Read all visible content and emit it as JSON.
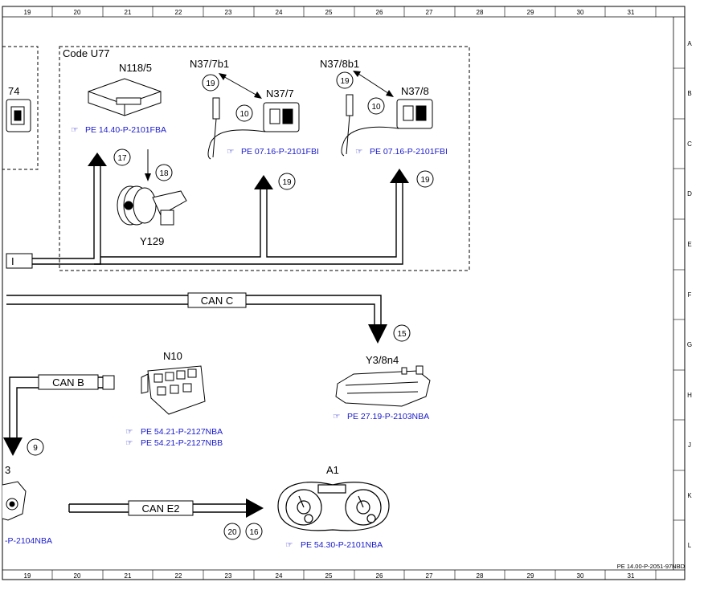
{
  "grid": {
    "columns": [
      "19",
      "20",
      "21",
      "22",
      "23",
      "24",
      "25",
      "26",
      "27",
      "28",
      "29",
      "30",
      "31"
    ],
    "rows": [
      "A",
      "B",
      "C",
      "D",
      "E",
      "F",
      "G",
      "H",
      "J",
      "K",
      "L"
    ]
  },
  "code_box": {
    "label": "Code U77"
  },
  "components": {
    "n118_5": {
      "name": "N118/5",
      "ref": "PE 14.40-P-2101FBA"
    },
    "y129": {
      "name": "Y129"
    },
    "n37_7": {
      "name": "N37/7",
      "sensor": "N37/7b1",
      "ref": "PE 07.16-P-2101FBI"
    },
    "n37_8": {
      "name": "N37/8",
      "sensor": "N37/8b1",
      "ref": "PE 07.16-P-2101FBI"
    },
    "n10": {
      "name": "N10",
      "ref1": "PE 54.21-P-2127NBA",
      "ref2": "PE 54.21-P-2127NBB"
    },
    "y3_8n4": {
      "name": "Y3/8n4",
      "ref": "PE 27.19-P-2103NBA"
    },
    "a1": {
      "name": "A1",
      "ref": "PE 54.30-P-2101NBA"
    },
    "left_top": {
      "name_fragment": "74"
    },
    "left_bottom": {
      "name_fragment": "3",
      "ref_fragment": "-P-2104NBA"
    }
  },
  "buses": {
    "can_c": "CAN C",
    "can_b": "CAN B",
    "can_e2": "CAN E2",
    "left_line": "I"
  },
  "markers": {
    "m17": "17",
    "m18": "18",
    "m19a": "19",
    "m10a": "10",
    "m19b": "19",
    "m10b": "10",
    "m19c": "19",
    "m19d": "19",
    "m15": "15",
    "m9": "9",
    "m20": "20",
    "m16": "16"
  },
  "footer": {
    "doc_id": "PE 14.00-P-2051-97NBD"
  }
}
